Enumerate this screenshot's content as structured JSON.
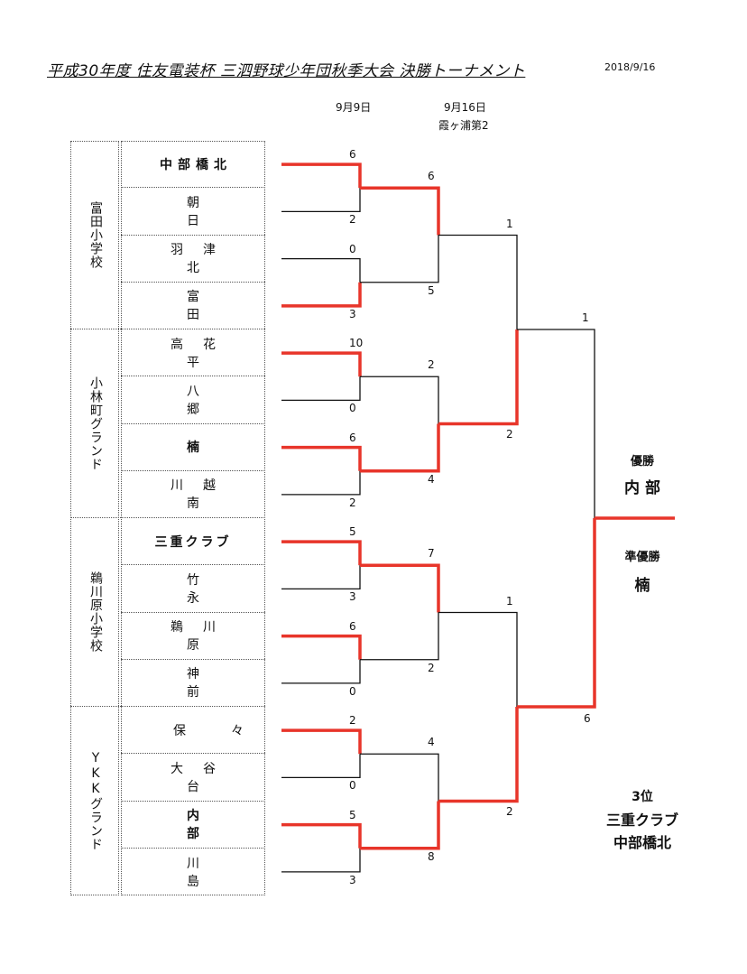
{
  "title": "平成30年度 住友電装杯 三泗野球少年団秋季大会 決勝トーナメント",
  "date": "2018/9/16",
  "round_headers": [
    {
      "label": "9月9日"
    },
    {
      "label": "9月16日",
      "sub": "霞ヶ浦第2"
    }
  ],
  "venues": [
    "富田小学校",
    "小林町グランド",
    "鵜川原小学校",
    "YKKグランド"
  ],
  "teams": [
    {
      "name": "中部橋北",
      "bold": true
    },
    {
      "name": "朝日",
      "bold": false
    },
    {
      "name": "羽津北",
      "bold": false
    },
    {
      "name": "富田",
      "bold": false
    },
    {
      "name": "高花平",
      "bold": false
    },
    {
      "name": "八郷",
      "bold": false
    },
    {
      "name": "楠",
      "bold": true
    },
    {
      "name": "川越南",
      "bold": false
    },
    {
      "name": "三重クラブ",
      "bold": true
    },
    {
      "name": "竹永",
      "bold": false
    },
    {
      "name": "鵜川原",
      "bold": false
    },
    {
      "name": "神前",
      "bold": false
    },
    {
      "name": "保々",
      "bold": false
    },
    {
      "name": "大谷台",
      "bold": false
    },
    {
      "name": "内部",
      "bold": true
    },
    {
      "name": "川島",
      "bold": false
    }
  ],
  "round1_scores": [
    [
      "6",
      "2"
    ],
    [
      "0",
      "3"
    ],
    [
      "10",
      "0"
    ],
    [
      "6",
      "2"
    ],
    [
      "5",
      "3"
    ],
    [
      "6",
      "0"
    ],
    [
      "2",
      "0"
    ],
    [
      "5",
      "3"
    ]
  ],
  "round2_scores": [
    [
      "6",
      "5"
    ],
    [
      "2",
      "4"
    ],
    [
      "7",
      "2"
    ],
    [
      "4",
      "8"
    ]
  ],
  "semifinal_scores": [
    [
      "1",
      "2"
    ],
    [
      "1",
      "2"
    ]
  ],
  "final_scores": [
    "1",
    "6"
  ],
  "results": {
    "champion_label": "優勝",
    "champion": "内 部",
    "runner_up_label": "準優勝",
    "runner_up": "楠",
    "third_label": "3位",
    "third_1": "三重クラブ",
    "third_2": "中部橋北"
  },
  "colors": {
    "winner_line": "#e8352a",
    "loser_line": "#111111"
  }
}
